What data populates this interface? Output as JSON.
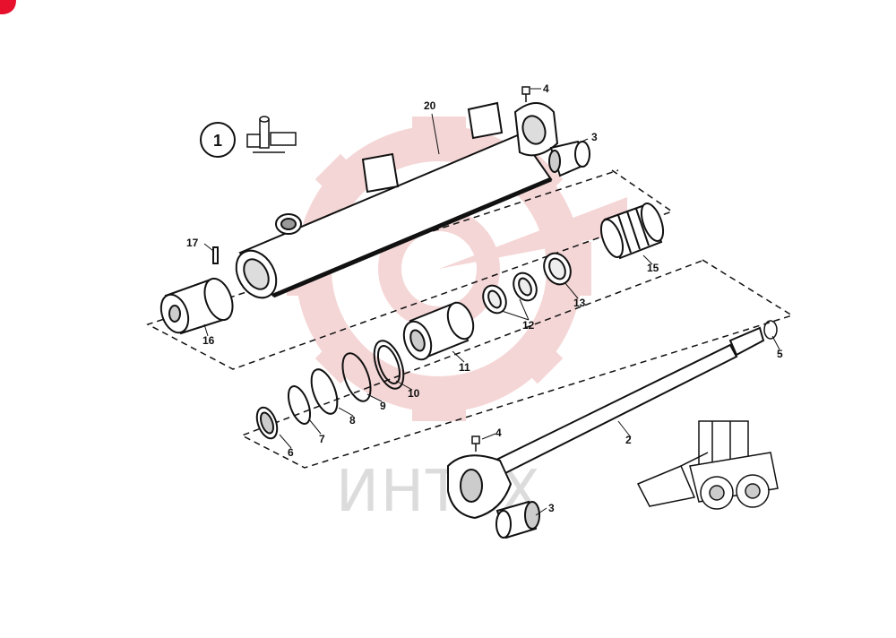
{
  "diagram": {
    "assembly_marker": "1",
    "watermark_text": "ИНТЕХ",
    "colors": {
      "line": "#111111",
      "watermark_red": "#f2c9c9",
      "watermark_grey": "#dcdcdc",
      "brand": "#e8112d"
    },
    "parts": [
      {
        "label": "20"
      },
      {
        "label": "4"
      },
      {
        "label": "3"
      },
      {
        "label": "15"
      },
      {
        "label": "17"
      },
      {
        "label": "16"
      },
      {
        "label": "13"
      },
      {
        "label": "12"
      },
      {
        "label": "11"
      },
      {
        "label": "10"
      },
      {
        "label": "9"
      },
      {
        "label": "8"
      },
      {
        "label": "7"
      },
      {
        "label": "6"
      },
      {
        "label": "5"
      },
      {
        "label": "2"
      },
      {
        "label": "4"
      },
      {
        "label": "3"
      }
    ]
  }
}
